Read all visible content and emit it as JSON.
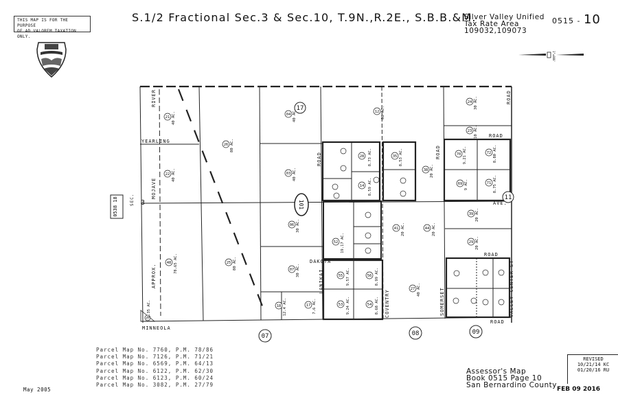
{
  "header": {
    "disclaimer": [
      "THIS MAP IS FOR THE PURPOSE",
      "OF AD VALOREM TAXATION ONLY."
    ],
    "title": "S.1/2 Fractional Sec.3 & Sec.10, T.9N.,R.2E., S.B.B.&M.",
    "school_district": "Silver Valley Unified",
    "tax_rate_area_label": "Tax Rate Area",
    "tax_rate_areas": "109032,109073",
    "map_number_prefix": "0515 -",
    "map_number_page": "10",
    "scale": "1\"=800'"
  },
  "map": {
    "streets": {
      "yearling": "YEARLING",
      "mojave_river": "MOJAVE",
      "river": "RIVER",
      "minneola": "MINNEOLA",
      "dakota": "DAKOTA",
      "lanikai": "LANIKAI",
      "coventry": "COVENTRY",
      "somerset": "SOMERSET",
      "valley_center": "VALLEY CENTER ST",
      "road": "ROAD",
      "ave": "AVE.",
      "approx": "APPROX.",
      "sec": "SEC.",
      "sec_num": "3"
    },
    "adjacent_pages": [
      "17",
      "11",
      "07",
      "08",
      "09",
      "0538 18"
    ],
    "book_page_circle": "101",
    "parcels": [
      {
        "id": "21",
        "area": "40 AC."
      },
      {
        "id": "22",
        "area": "40 AC."
      },
      {
        "id": "26",
        "area": "80 AC."
      },
      {
        "id": "04",
        "area": "40 AC."
      },
      {
        "id": "12",
        "area": "80 AC."
      },
      {
        "id": "24",
        "area": "30 AC."
      },
      {
        "id": "23",
        "area": "10 AC."
      },
      {
        "id": "03",
        "area": "40 AC."
      },
      {
        "id": "38",
        "area": "20 AC."
      },
      {
        "id": "35",
        "area": "8.53 AC."
      },
      {
        "id": "28",
        "area": "8.73 AC."
      },
      {
        "id": "14",
        "area": "8.59 AC."
      },
      {
        "id": "70",
        "area": "9.21 AC."
      },
      {
        "id": "72",
        "area": "8.80 AC."
      },
      {
        "id": "69",
        "area": "9 AC."
      },
      {
        "id": "71",
        "area": "8.75 AC."
      },
      {
        "id": "48",
        "area": "78.65 AC."
      },
      {
        "id": "25",
        "area": "80 AC."
      },
      {
        "id": "06",
        "area": "30 AC."
      },
      {
        "id": "07",
        "area": "30 AC."
      },
      {
        "id": "18",
        "area": "12.4 AC."
      },
      {
        "id": "17",
        "area": "7.6 AC."
      },
      {
        "id": "52",
        "area": "19.17 AC."
      },
      {
        "id": "55",
        "area": "9.57 AC."
      },
      {
        "id": "56",
        "area": "8.99 AC."
      },
      {
        "id": "53",
        "area": "9.24 AC."
      },
      {
        "id": "54",
        "area": "8.68 AC."
      },
      {
        "id": "41",
        "area": "20 AC."
      },
      {
        "id": "44",
        "area": "20 AC."
      },
      {
        "id": "27",
        "area": "40 AC."
      },
      {
        "id": "39",
        "area": "20 AC."
      },
      {
        "id": "29",
        "area": "20 AC."
      },
      {
        "id": "47",
        "area": "1.35 AC."
      }
    ]
  },
  "footer": {
    "parcel_maps": [
      "Parcel Map No. 7760, P.M. 78/86",
      "Parcel Map No. 7126, P.M. 71/21",
      "Parcel Map No. 6569, P.M. 64/13",
      "Parcel Map No. 6122, P.M. 62/30",
      "Parcel Map No. 6123, P.M. 60/24",
      "Parcel Map No. 3082, P.M. 27/79"
    ],
    "map_date": "May 2005",
    "assessor_lines": [
      "Assessor's Map",
      "Book 0515 Page 10",
      "San Bernardino County"
    ],
    "revised_label": "REVISED",
    "revisions": [
      "10/21/14 KC",
      "01/20/16 RU"
    ],
    "stamp_date": "FEB 09 2016"
  }
}
